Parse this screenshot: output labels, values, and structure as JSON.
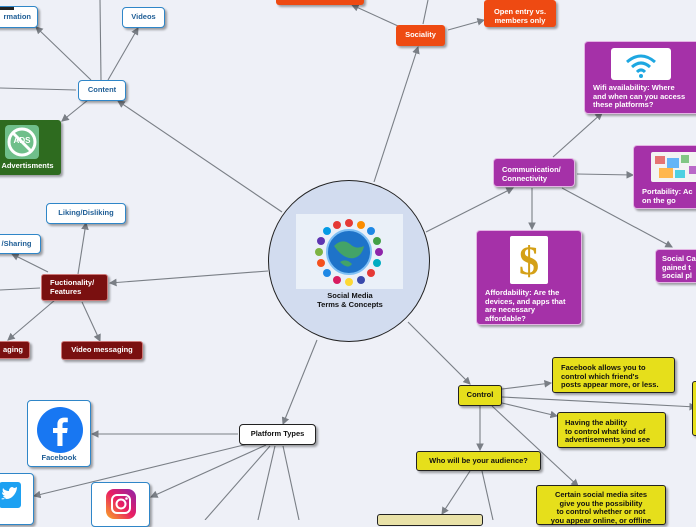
{
  "central": {
    "title_line1": "Social Media",
    "title_line2": "Terms & Concepts"
  },
  "nodes": {
    "information": "rmation",
    "videos": "Videos",
    "content": "Content",
    "advertisements": "Advertisments",
    "ads_icon": "ADS",
    "liking": "Liking/Disliking",
    "sharing": "/Sharing",
    "functionality_1": "Fuctionality/",
    "functionality_2": "Features",
    "messaging": "aging",
    "video_messaging": "Video messaging",
    "sociality": "Sociality",
    "open_entry_1": "Open entry vs.",
    "open_entry_2": "members only",
    "communication_1": "Communication/",
    "communication_2": "Connectivity",
    "wifi_1": "Wifi availability: Where",
    "wifi_2": "and when can you access",
    "wifi_3": "these platforms?",
    "portability_1": "Portability: Ac",
    "portability_2": "on the go",
    "affordability_1": "Affordability: Are the",
    "affordability_2": "devices, and apps that",
    "affordability_3": "are necessary",
    "affordability_4": "affordable?",
    "social_cap_1": "Social Ca",
    "social_cap_2": "gained t",
    "social_cap_3": "social pl",
    "control": "Control",
    "facebook_control_1": "Facebook allows you to",
    "facebook_control_2": "control which friend's",
    "facebook_control_3": "posts appear more, or less.",
    "ads_control_1": "Having the ability",
    "ads_control_2": "to control what kind of",
    "ads_control_3": "advertisements you see",
    "audience": "Who will be your audience?",
    "certain_sites_1": "Certain social media sites",
    "certain_sites_2": "give you the possibility",
    "certain_sites_3": "to control whether or not",
    "certain_sites_4": "you appear online, or offline",
    "platform_types": "Platform Types",
    "facebook": "Facebook"
  },
  "colors": {
    "link": "#7a7f86",
    "blue_border": "#2f86c8",
    "orange": "#ee4a12",
    "maroon": "#7a1010",
    "purple": "#a531a8",
    "yellow": "#e6df1b",
    "green": "#2e6b1f",
    "background": "#eef0f7"
  }
}
